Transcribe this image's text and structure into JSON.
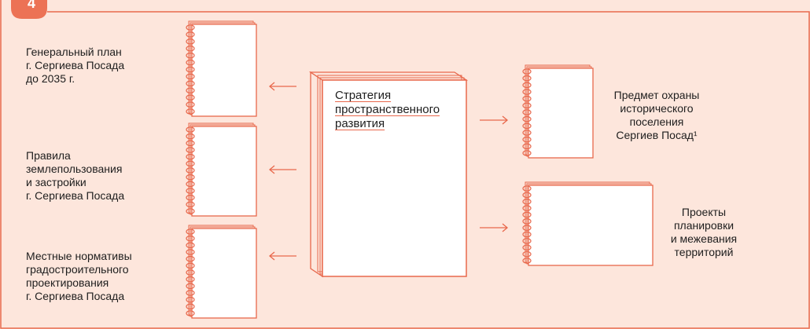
{
  "badge": {
    "number": "4"
  },
  "colors": {
    "background": "#fde6dc",
    "stroke": "#e8684c",
    "badge": "#ec7255",
    "text": "#1e1e1e"
  },
  "center": {
    "lines": [
      "Стратегия",
      "пространственного",
      "развития"
    ]
  },
  "left_documents": [
    {
      "label": "Генеральный план\nг. Сергиева Посада\nдо 2035 г."
    },
    {
      "label": "Правила\nземлепользования\nи застройки\nг. Сергиева Посада"
    },
    {
      "label": "Местные нормативы\nградостроительного\nпроектирования\nг. Сергиева Посада"
    }
  ],
  "right_documents": [
    {
      "label": "Предмет охраны\nисторического\nпоселения\nСергиев Посад¹"
    },
    {
      "label": "Проекты\nпланировки\nи межевания\nтерриторий"
    }
  ],
  "icons": {
    "notebook": "spiral-notebook-icon",
    "arrow_left": "arrow-left-icon",
    "arrow_right": "arrow-right-icon",
    "book": "book-stack-icon"
  }
}
